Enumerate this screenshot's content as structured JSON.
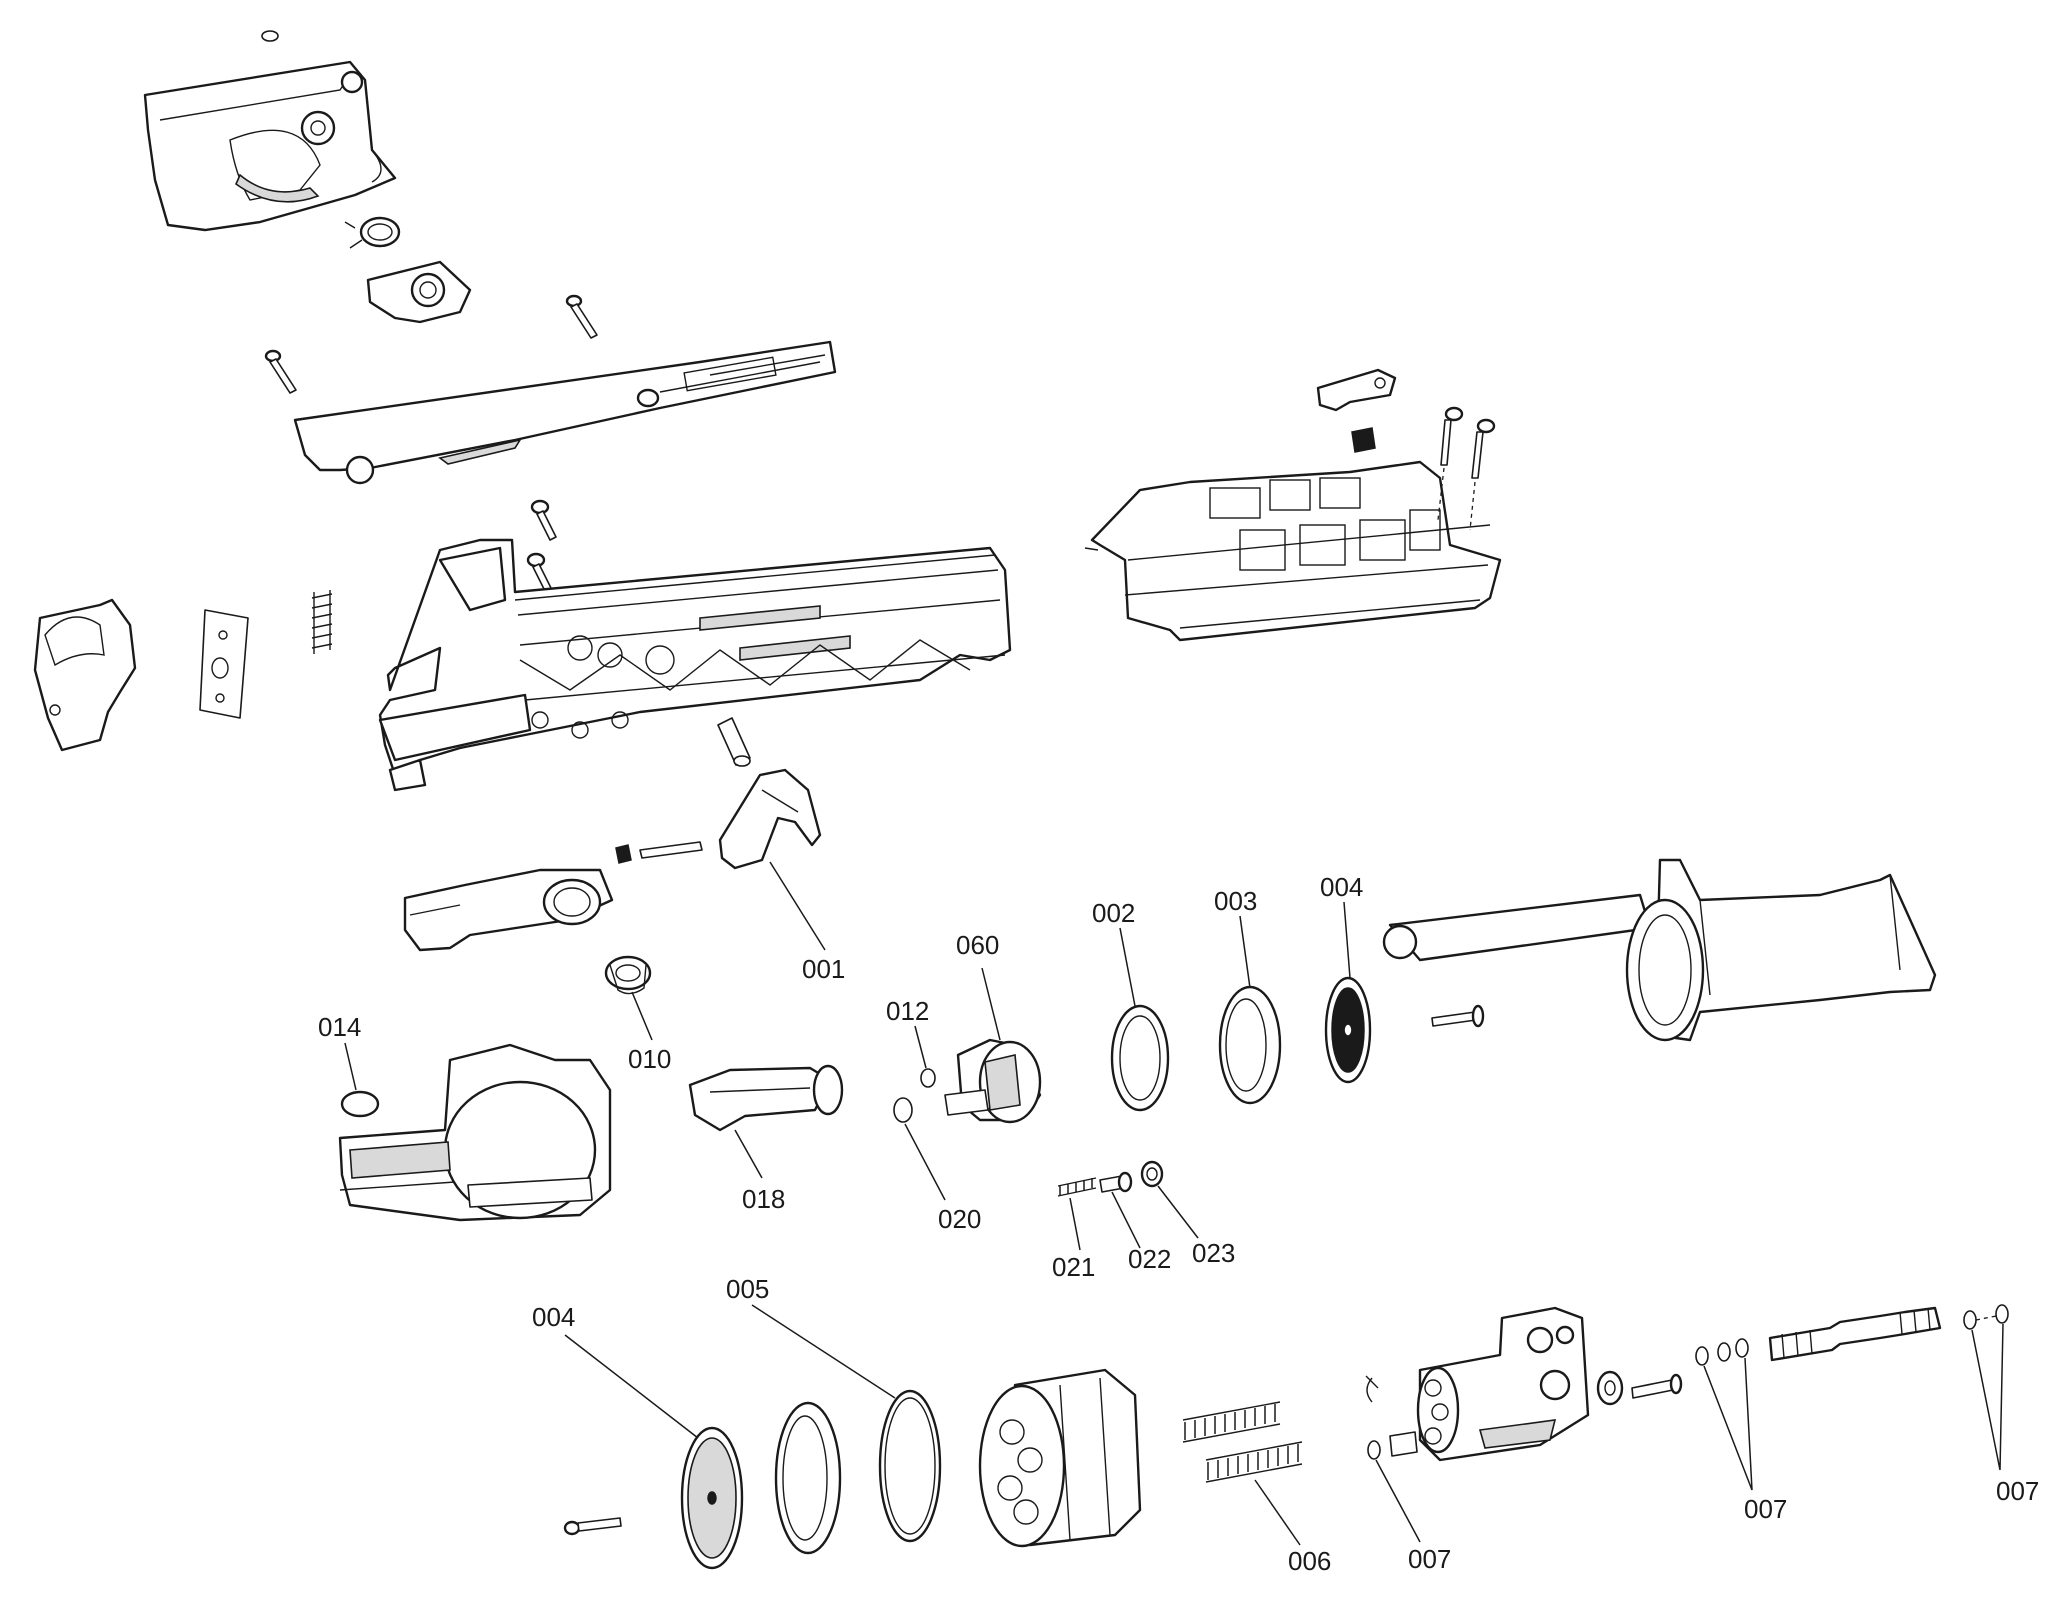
{
  "labels": {
    "p001": "001",
    "p002": "002",
    "p003": "003",
    "p004a": "004",
    "p004b": "004",
    "p005": "005",
    "p006": "006",
    "p007a": "007",
    "p007b": "007",
    "p007c": "007",
    "p010": "010",
    "p012": "012",
    "p014": "014",
    "p018": "018",
    "p020": "020",
    "p021": "021",
    "p022": "022",
    "p023": "023",
    "p060": "060"
  }
}
